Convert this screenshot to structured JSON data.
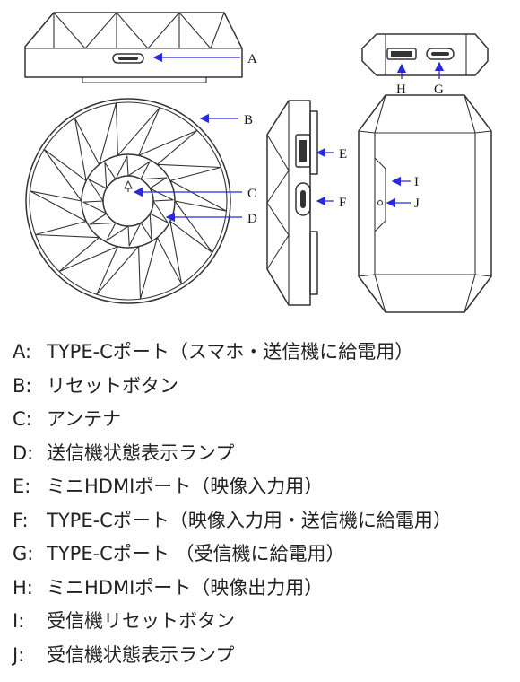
{
  "callouts": [
    "A",
    "B",
    "C",
    "D",
    "E",
    "F",
    "G",
    "H",
    "I",
    "J"
  ],
  "legend": [
    {
      "key": "A:",
      "text": "TYPE-Cポート（スマホ・送信機に給電用）"
    },
    {
      "key": "B:",
      "text": "リセットボタン"
    },
    {
      "key": "C:",
      "text": "アンテナ"
    },
    {
      "key": "D:",
      "text": "送信機状態表示ランプ"
    },
    {
      "key": "E:",
      "text": "ミニHDMIポート（映像入力用）"
    },
    {
      "key": "F:",
      "text": "TYPE-Cポート（映像入力用・送信機に給電用）"
    },
    {
      "key": "G:",
      "text": "TYPE-Cポート （受信機に給電用）"
    },
    {
      "key": "H:",
      "text": "ミニHDMIポート（映像出力用）"
    },
    {
      "key": "I:",
      "text": "受信機リセットボタン"
    },
    {
      "key": "J:",
      "text": "受信機状態表示ランプ"
    }
  ],
  "colors": {
    "line": "#333333",
    "arrow": "#2a2ad6",
    "text": "#222222"
  }
}
